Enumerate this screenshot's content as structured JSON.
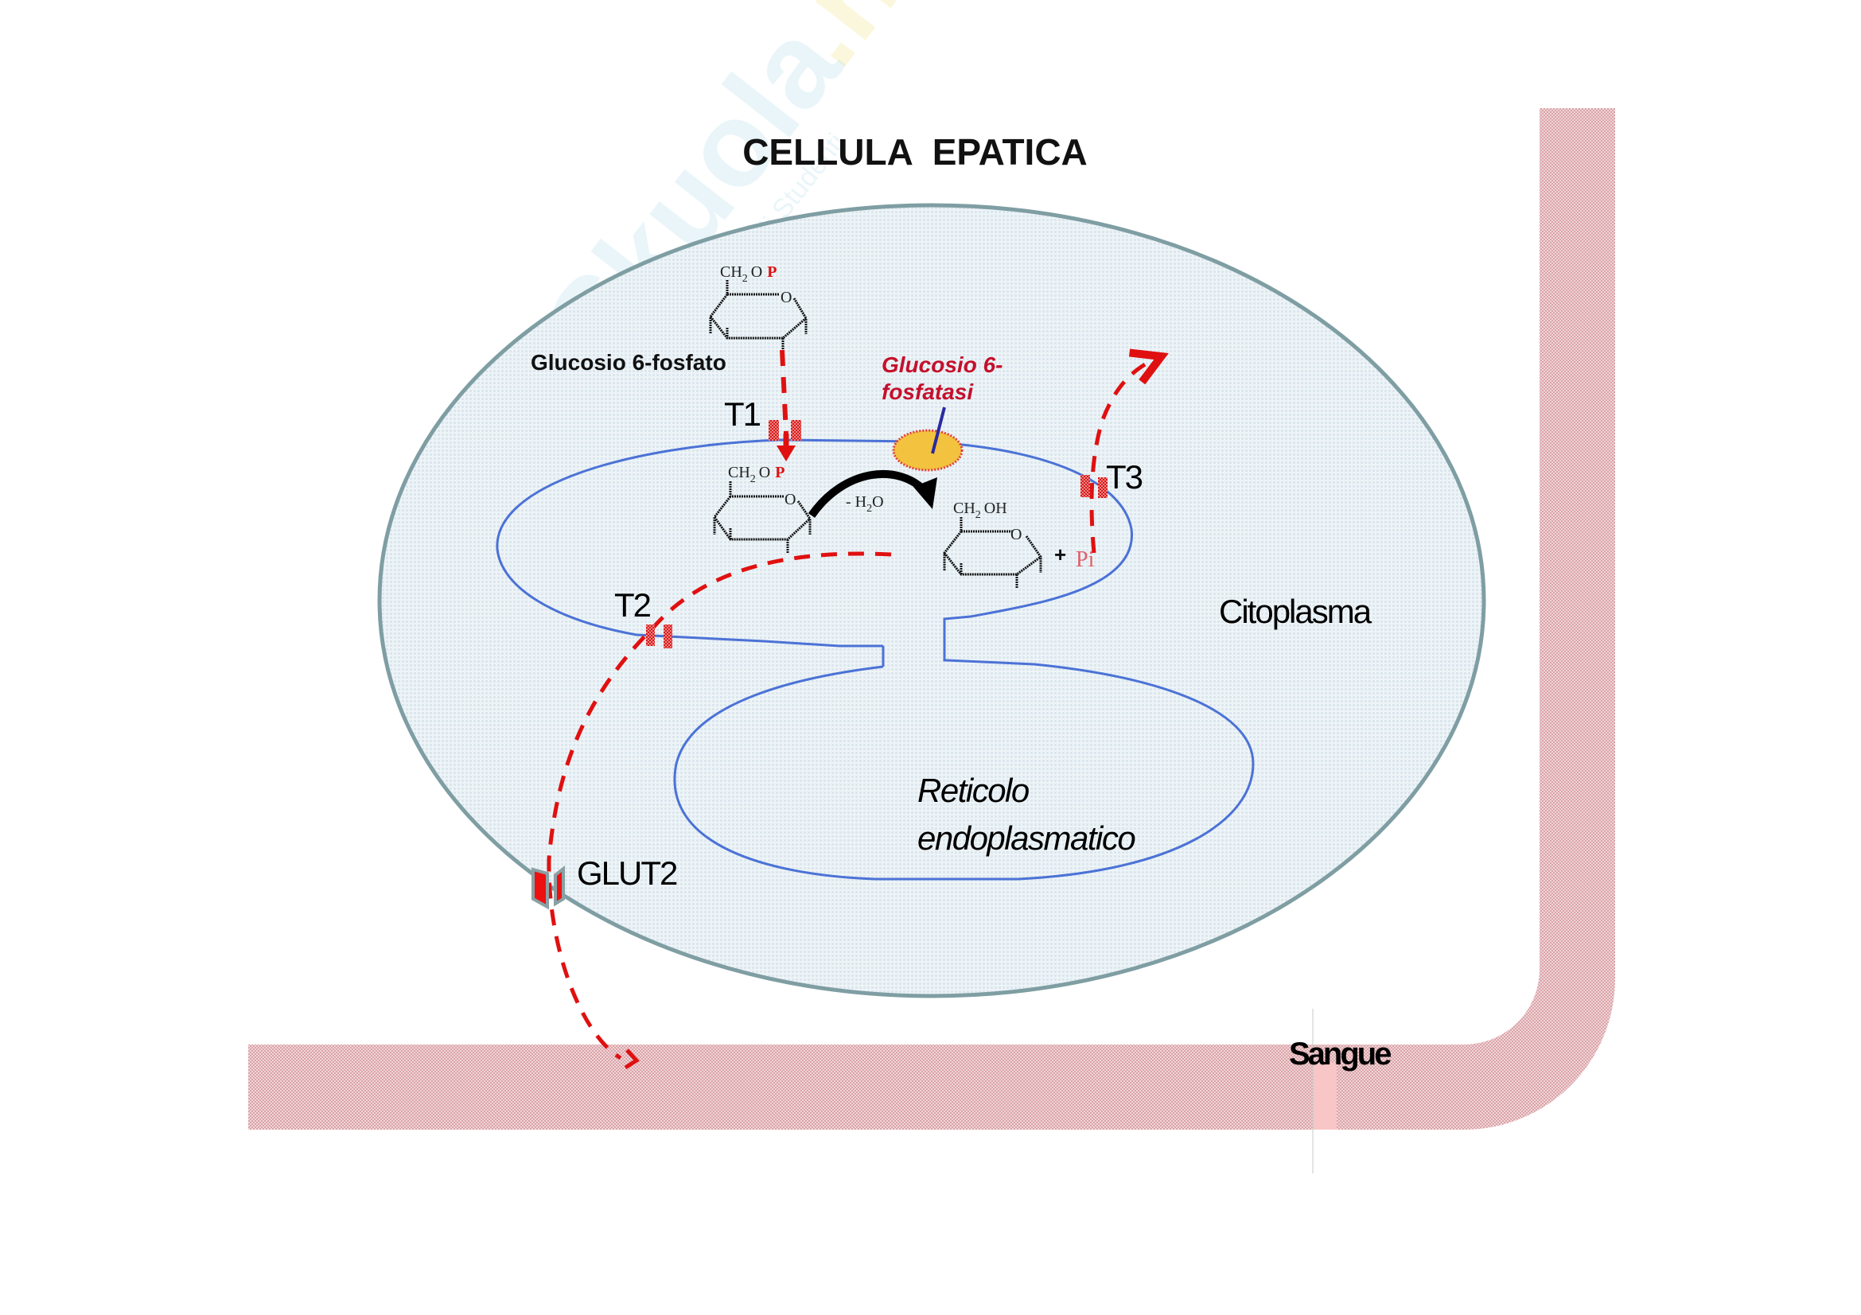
{
  "diagram": {
    "title": "CELLULA  EPATICA",
    "watermark": {
      "brand_a": "Skuola",
      "brand_b": ".net",
      "tagline": "Il Paradiso degli Studenti"
    },
    "compartments": {
      "cytoplasm": "Citoplasma",
      "er_line1": "Reticolo",
      "er_line2": "endoplasmatico",
      "blood": "Sangue"
    },
    "molecules": {
      "substrate_label": "Glucosio 6-fosfato",
      "ch2o": "CH",
      "sub2": "2",
      "o_text": "O",
      "p_group": "P",
      "ring_o": "O",
      "ch2oh": "CH",
      "oh_text": "OH",
      "water": "- H",
      "water_o": "O",
      "plus": "+",
      "pi": "Pi"
    },
    "enzyme": {
      "line1": "Glucosio 6-",
      "line2": "fosfatasi"
    },
    "transporters": {
      "t1": "T1",
      "t2": "T2",
      "t3": "T3",
      "glut2": "GLUT2"
    },
    "colors": {
      "cell_fill": "#e6eef2",
      "cell_border": "#7f9ea3",
      "er_line": "#4b72d6",
      "flux_arrow": "#e01010",
      "enzyme_text": "#c4102c",
      "enzyme_fill": "#f3c23e",
      "enzyme_pointer": "#2a2aa0",
      "vessel": "#e7b9bd",
      "transporter": "#e23a3a"
    }
  }
}
